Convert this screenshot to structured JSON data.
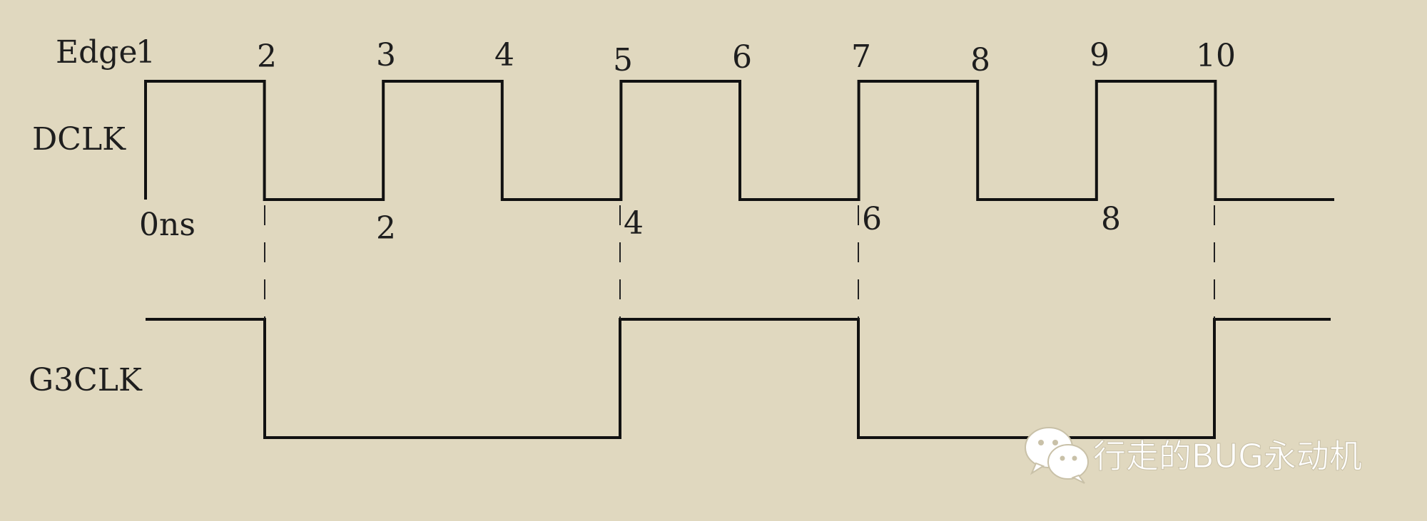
{
  "diagram": {
    "dclk_label": "DCLK",
    "g3clk_label": "G3CLK",
    "edge_prefix": "Edge",
    "edge_labels": [
      "1",
      "2",
      "3",
      "4",
      "5",
      "6",
      "7",
      "8",
      "9",
      "10"
    ],
    "time_labels": [
      "0ns",
      "2",
      "4",
      "6",
      "8"
    ]
  },
  "signals": {
    "dclk_levels": [
      1,
      0,
      1,
      0,
      1,
      0,
      1,
      0,
      1,
      0,
      0
    ],
    "g3clk_levels": [
      1,
      0,
      0,
      1,
      1,
      0,
      0,
      1,
      1
    ]
  },
  "watermark": {
    "text": "行走的BUG永动机",
    "icon": "wechat-icon"
  }
}
